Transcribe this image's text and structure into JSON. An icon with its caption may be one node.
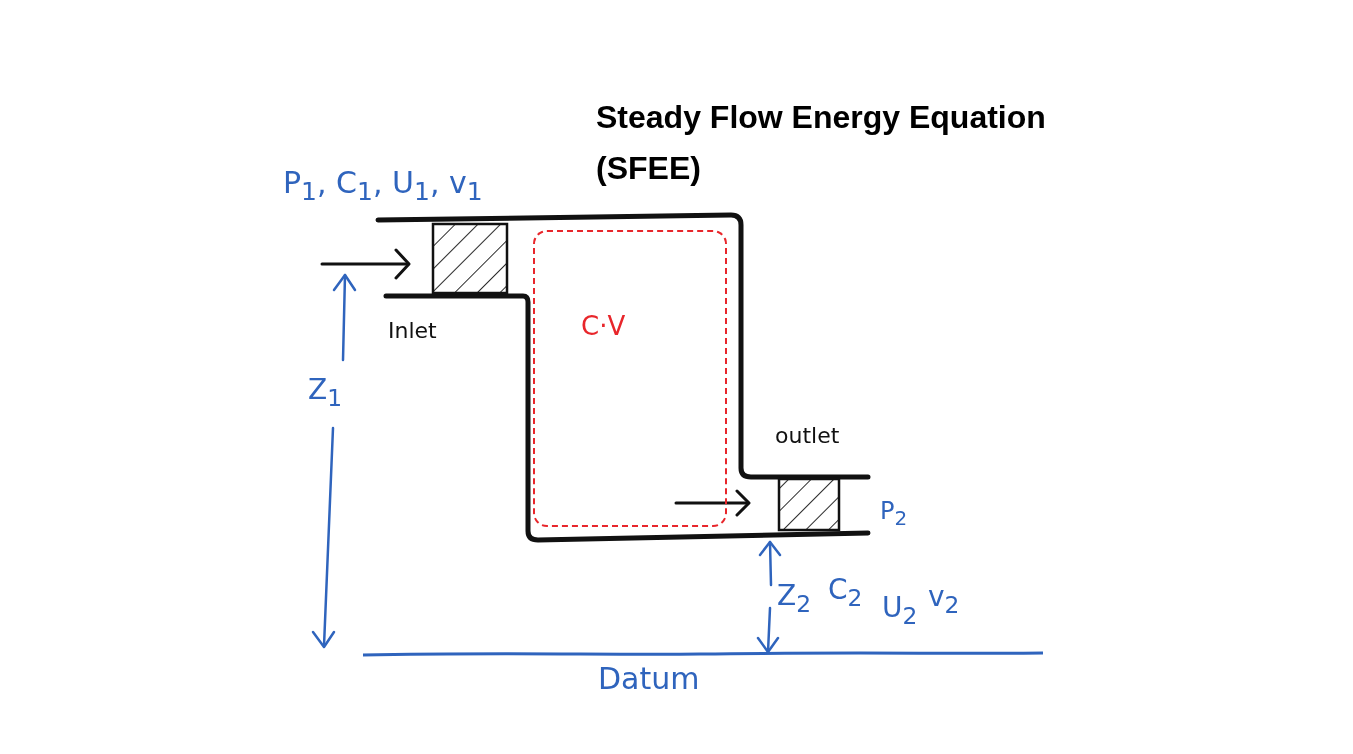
{
  "diagram": {
    "title": "Steady Flow Energy Equation (SFEE)",
    "nodes": [
      {
        "text": [
          "C·V"
        ]
      }
    ],
    "labels": [
      "P$_{1}$, C$_{1}$, U$_{1}$, v$_{1}$",
      "Inlet",
      "Z$_{1}$",
      "outlet",
      "P$_{2}$",
      "C$_{2}$",
      "Z$_{2}$",
      "v$_{2}$",
      "U$_{2}$",
      "Datum"
    ]
  }
}
